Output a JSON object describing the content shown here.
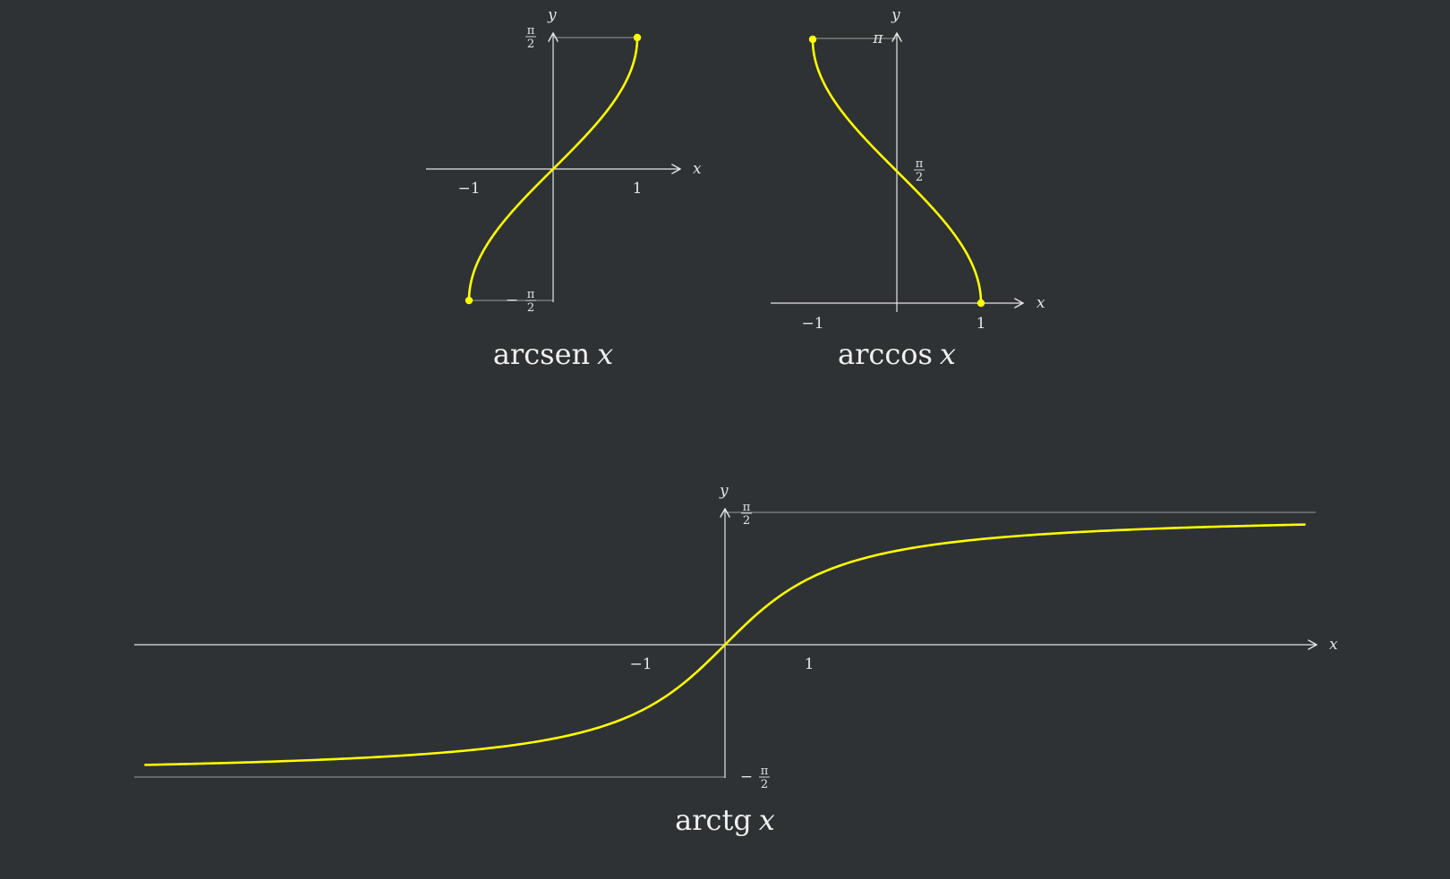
{
  "colors": {
    "background": "#2e3234",
    "axis": "#e6e6e6",
    "curve": "#ffff00"
  },
  "chart_data": [
    {
      "type": "line",
      "title_fn": "arcsen",
      "title_var": "x",
      "xlabel": "x",
      "ylabel": "y",
      "xlim": [
        -1.5,
        1.5
      ],
      "ylim": [
        -1.5708,
        1.5708
      ],
      "x_ticks": [
        "−1",
        "1"
      ],
      "y_tick_top": {
        "sign": "",
        "num": "π",
        "den": "2"
      },
      "y_tick_bottom": {
        "sign": "−",
        "num": "π",
        "den": "2"
      },
      "endpoints": [
        [
          -1,
          -1.5708
        ],
        [
          1,
          1.5708
        ]
      ],
      "series": [
        {
          "function": "arcsin",
          "x": [
            -1,
            -0.9,
            -0.75,
            -0.5,
            -0.25,
            0,
            0.25,
            0.5,
            0.75,
            0.9,
            1
          ],
          "y": [
            -1.571,
            -1.12,
            -0.848,
            -0.524,
            -0.253,
            0,
            0.253,
            0.524,
            0.848,
            1.12,
            1.571
          ]
        }
      ]
    },
    {
      "type": "line",
      "title_fn": "arccos",
      "title_var": "x",
      "xlabel": "x",
      "ylabel": "y",
      "xlim": [
        -1.5,
        1.5
      ],
      "ylim": [
        0,
        3.1416
      ],
      "x_ticks": [
        "−1",
        "1"
      ],
      "y_tick_top": {
        "sym": "π"
      },
      "y_tick_mid": {
        "sign": "",
        "num": "π",
        "den": "2"
      },
      "endpoints": [
        [
          -1,
          3.1416
        ],
        [
          1,
          0
        ]
      ],
      "series": [
        {
          "function": "arccos",
          "x": [
            -1,
            -0.9,
            -0.75,
            -0.5,
            -0.25,
            0,
            0.25,
            0.5,
            0.75,
            0.9,
            1
          ],
          "y": [
            3.142,
            2.691,
            2.419,
            2.094,
            1.823,
            1.571,
            1.318,
            1.047,
            0.723,
            0.451,
            0
          ]
        }
      ]
    },
    {
      "type": "line",
      "title_fn": "arctg",
      "title_var": "x",
      "xlabel": "x",
      "ylabel": "y",
      "xlim": [
        -7,
        7
      ],
      "ylim": [
        -1.5708,
        1.5708
      ],
      "x_ticks": [
        "−1",
        "1"
      ],
      "y_tick_top": {
        "sign": "",
        "num": "π",
        "den": "2"
      },
      "y_tick_bottom": {
        "sign": "−",
        "num": "π",
        "den": "2"
      },
      "series": [
        {
          "function": "arctan",
          "x": [
            -6.9,
            -5,
            -3,
            -2,
            -1,
            0,
            1,
            2,
            3,
            5,
            6.9
          ],
          "y": [
            -1.427,
            -1.373,
            -1.249,
            -1.107,
            -0.785,
            0,
            0.785,
            1.107,
            1.249,
            1.373,
            1.427
          ]
        }
      ]
    }
  ]
}
